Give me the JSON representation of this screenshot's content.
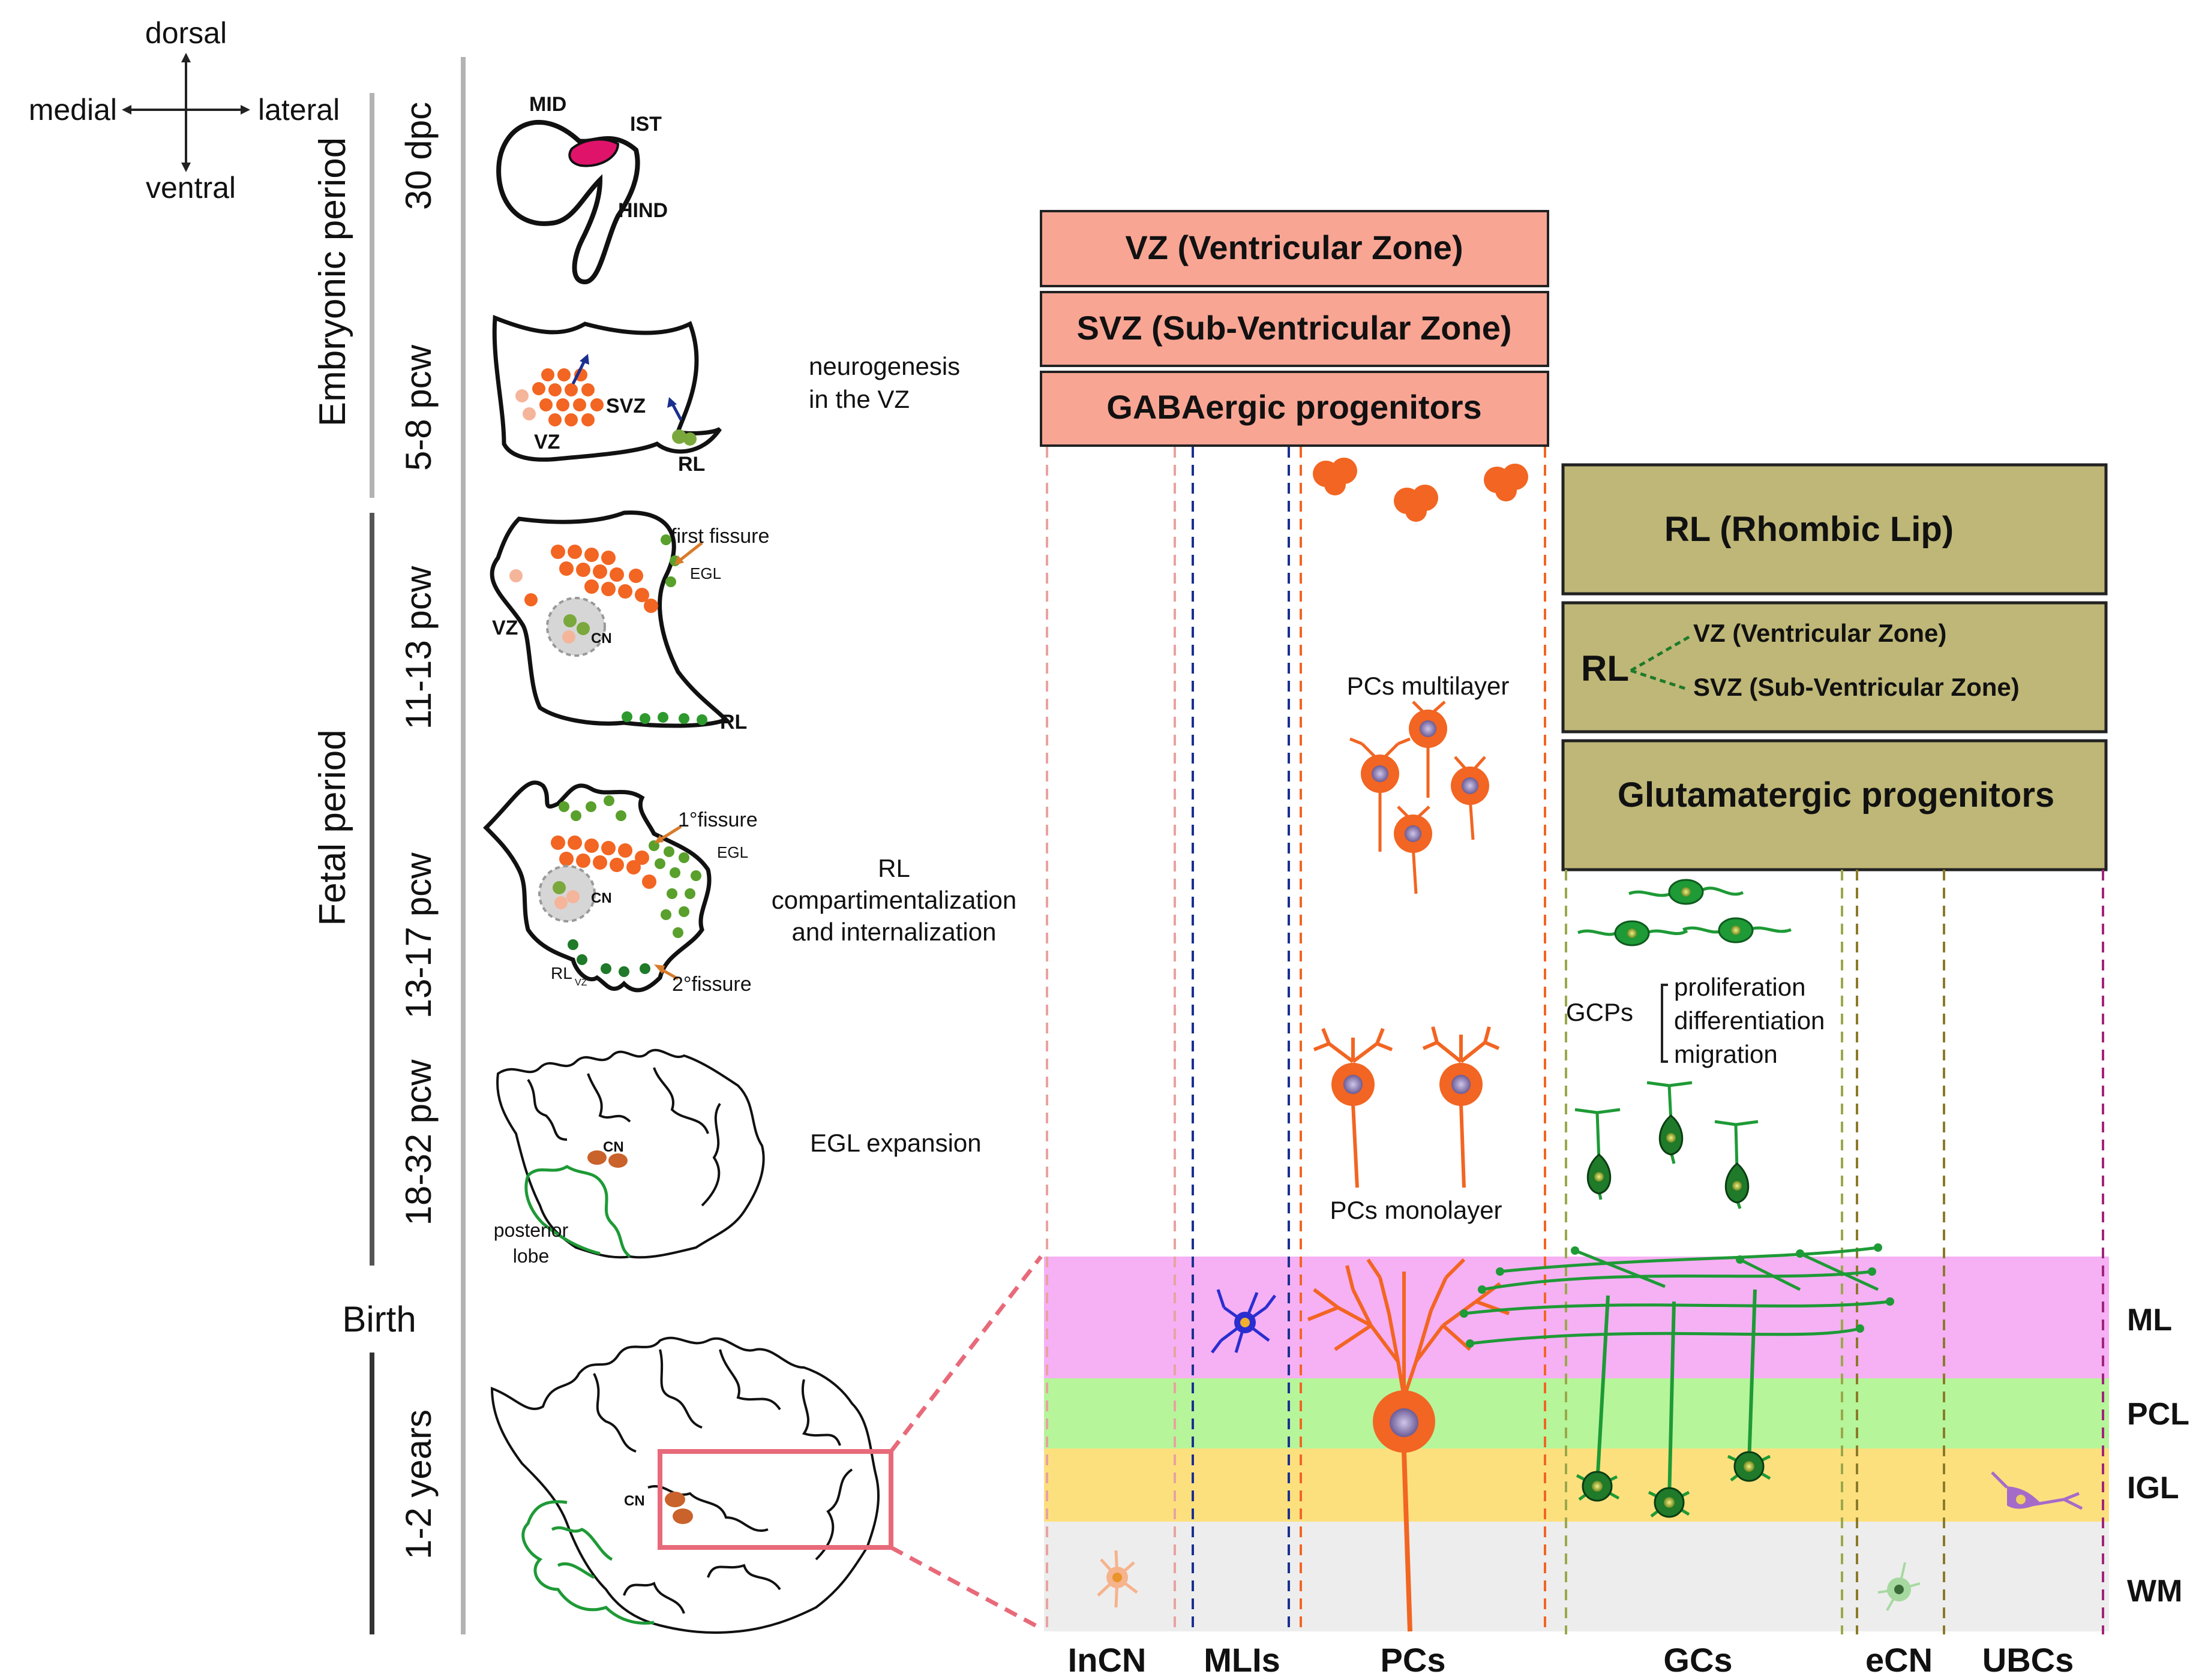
{
  "orientation": {
    "dorsal": "dorsal",
    "ventral": "ventral",
    "medial": "medial",
    "lateral": "lateral"
  },
  "periods": {
    "embryonic": "Embryonic period",
    "fetal": "Fetal period",
    "birth": "Birth"
  },
  "stages": [
    {
      "age": "30 dpc",
      "labels": [
        "MID",
        "IST",
        "HIND"
      ],
      "note": []
    },
    {
      "age": "5-8 pcw",
      "labels": [
        "SVZ",
        "VZ",
        "RL"
      ],
      "note": [
        "neurogenesis",
        "in the VZ"
      ]
    },
    {
      "age": "11-13 pcw",
      "labels": [
        "first fissure",
        "EGL",
        "VZ",
        "CN",
        "RL"
      ],
      "note": []
    },
    {
      "age": "13-17 pcw",
      "labels": [
        "1°fissure",
        "EGL",
        "CN",
        "RL",
        "VZ",
        "2°fissure"
      ],
      "note": [
        "RL",
        "compartimentalization",
        "and internalization"
      ]
    },
    {
      "age": "18-32 pcw",
      "labels": [
        "CN",
        "posterior",
        "lobe"
      ],
      "note": [
        "EGL expansion"
      ]
    },
    {
      "age": "1-2 years",
      "labels": [
        "CN"
      ],
      "note": []
    }
  ],
  "gaba_boxes": [
    "VZ (Ventricular Zone)",
    "SVZ (Sub-Ventricular Zone)",
    "GABAergic  progenitors"
  ],
  "rl_boxes": {
    "title": "RL (Rhombic Lip)",
    "rl": "RL",
    "vz": "VZ  (Ventricular Zone)",
    "svz": "SVZ (Sub-Ventricular Zone)",
    "glut": "Glutamatergic progenitors"
  },
  "pc_labels": {
    "multilayer": "PCs multilayer",
    "monolayer": "PCs monolayer"
  },
  "gcp": {
    "label": "GCPs",
    "items": [
      "proliferation",
      "differentiation",
      "migration"
    ]
  },
  "layers": [
    "ML",
    "PCL",
    "IGL",
    "WM"
  ],
  "cell_types": [
    "InCN",
    "MLIs",
    "PCs",
    "GCs",
    "eCN",
    "UBCs"
  ],
  "colors": {
    "purkinje": "#f26522",
    "granule": "#1e9a36",
    "gaba_box": "#f9a594",
    "rl_box": "#bfb777",
    "ml": "#f6b0f4",
    "pcl": "#b6f59a",
    "igl": "#fde07e",
    "wm": "#ededed",
    "mli": "#2a2ed0",
    "ubc": "#a56bc9",
    "incn": "#f6b38c",
    "ecn": "#a6d9a0",
    "highlight": "#e86a7a"
  }
}
